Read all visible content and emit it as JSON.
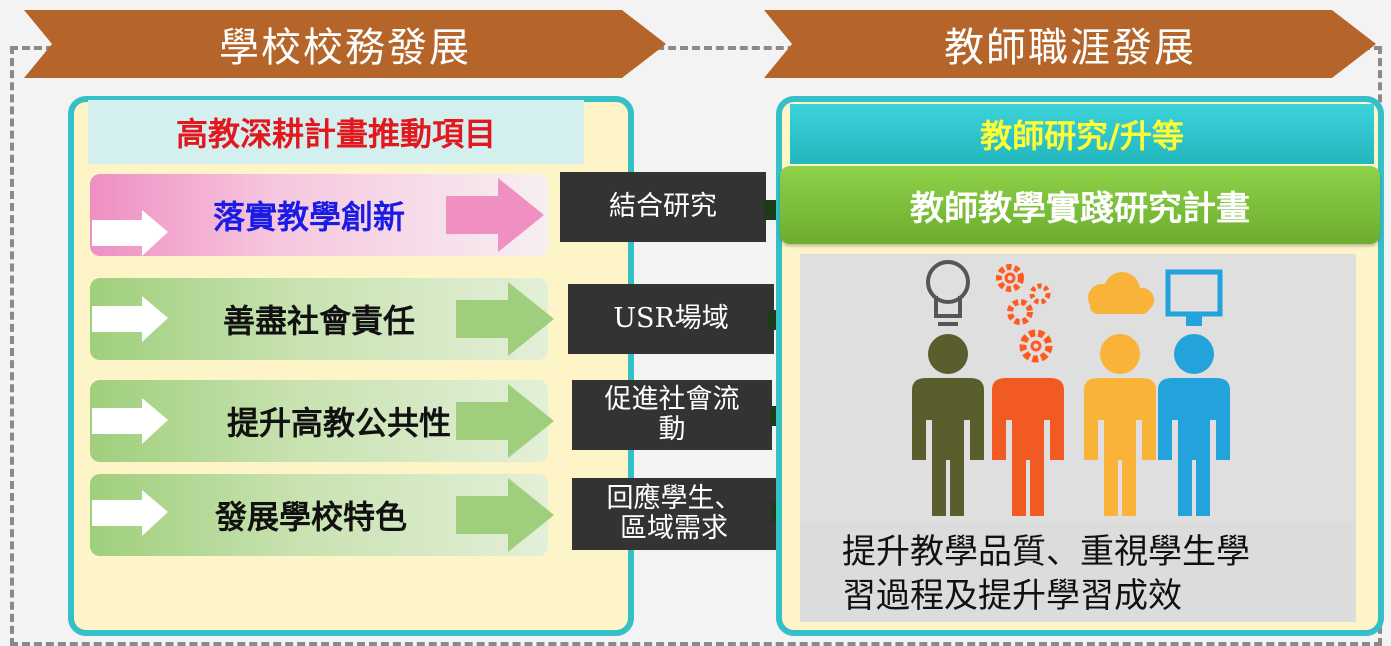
{
  "header": {
    "left_title": "學校校務發展",
    "right_title": "教師職涯發展"
  },
  "left_panel": {
    "title": "高教深耕計畫推動項目",
    "items": [
      {
        "label": "落實教學創新"
      },
      {
        "label": "善盡社會責任"
      },
      {
        "label": "提升高教公共性"
      },
      {
        "label": "發展學校特色"
      }
    ]
  },
  "connectors": [
    {
      "lines": [
        "結合研究"
      ]
    },
    {
      "lines": [
        "USR場域"
      ]
    },
    {
      "lines": [
        "促進社會流",
        "動"
      ]
    },
    {
      "lines": [
        "回應學生、",
        "區域需求"
      ]
    }
  ],
  "right_panel": {
    "title": "教師研究/升等",
    "plan": "教師教學實踐研究計畫",
    "caption_lines": [
      "提升教學品質、重視學生學",
      "習過程及提升學習成效"
    ]
  },
  "colors": {
    "chevron": "#b5652a",
    "panel_border": "#35c0c8",
    "panel_fill": "#fdf4c8",
    "left_title": "#e3171e",
    "right_title": "#ffff33",
    "innovation_text": "#1b1be6",
    "connector_box": "#333333",
    "arrow_dark": "#1f3a19",
    "plan_green": "#7cc03a"
  },
  "icons": [
    "lightbulb-icon",
    "gears-icon",
    "cloud-icon",
    "monitor-icon",
    "person-icon"
  ]
}
